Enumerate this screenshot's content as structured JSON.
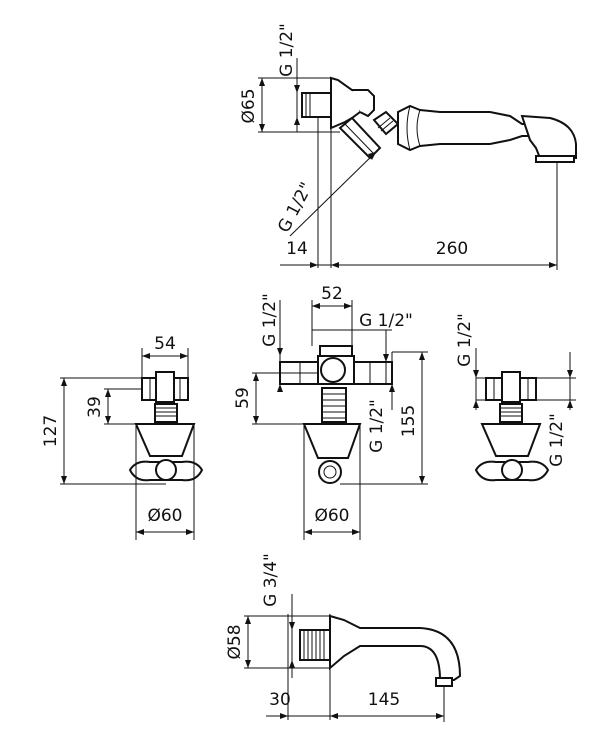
{
  "hand_shower": {
    "thread_top": "G 1/2\"",
    "thread_angled": "G 1/2\"",
    "diameter": "Ø65",
    "depth": "14",
    "length": "260"
  },
  "valve_left": {
    "width": "54",
    "connection_height": "39",
    "total_height": "127",
    "diameter": "Ø60"
  },
  "valve_center": {
    "spacing": "52",
    "thread_top_left": "G 1/2\"",
    "thread_top_right": "G 1/2\"",
    "connection_height": "59",
    "thread_side": "G 1/2\"",
    "total_height": "155",
    "diameter": "Ø60"
  },
  "valve_right": {
    "thread_top": "G 1/2\"",
    "thread_side": "G 1/2\""
  },
  "spout": {
    "thread": "G 3/4\"",
    "diameter": "Ø58",
    "depth": "30",
    "length": "145"
  }
}
